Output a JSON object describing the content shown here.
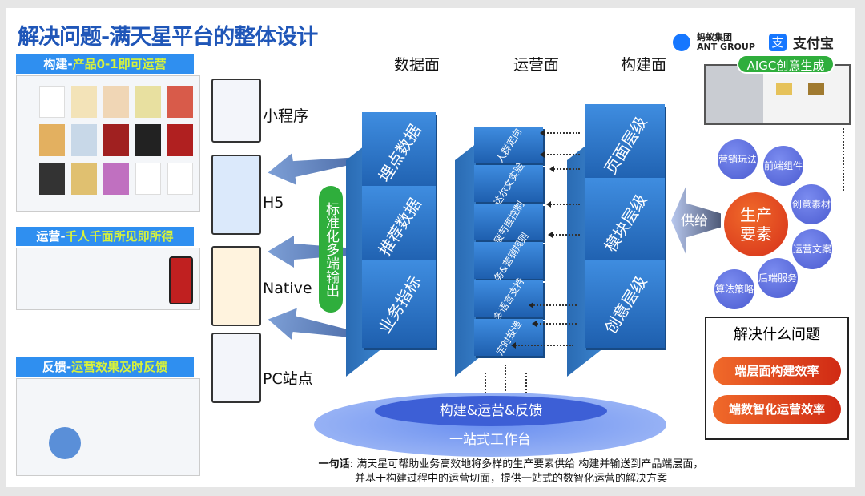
{
  "title": "解决问题-满天星平台的整体设计",
  "logo": {
    "ant_cn": "蚂蚁集团",
    "ant_en": "ANT GROUP",
    "alipay": "支付宝"
  },
  "left_sections": [
    {
      "prefix": "构建-",
      "highlight": "产品0-1即可运营"
    },
    {
      "prefix": "运营-",
      "highlight": "千人千面所见即所得"
    },
    {
      "prefix": "反馈-",
      "highlight": "运营效果及时反馈"
    }
  ],
  "channels": [
    "小程序",
    "H5",
    "Native",
    "PC站点"
  ],
  "output_label": "标准化多端输出",
  "columns": {
    "data": "数据面",
    "ops": "运营面",
    "build": "构建面"
  },
  "data_blocks": [
    "埋点数据",
    "推荐数据",
    "业务指标"
  ],
  "ops_blocks": [
    "人群定向",
    "达尔文实验",
    "疲劳度控制",
    "业务&营销规则",
    "多语言支持",
    "定时投递"
  ],
  "build_blocks": [
    "页面层级",
    "模块层级",
    "创意层级"
  ],
  "supply_label": "供给",
  "aigc_label": "AIGC创意生成",
  "factors": {
    "center": "生产要素",
    "items": [
      "营销玩法",
      "前端组件",
      "创意素材",
      "运营文案",
      "后端服务",
      "算法策略"
    ]
  },
  "problems": {
    "title": "解决什么问题",
    "items": [
      "端层面构建效率",
      "端数智化运营效率"
    ]
  },
  "platform": {
    "inner": "构建&运营&反馈",
    "outer": "一站式工作台"
  },
  "summary": {
    "lead": "一句话",
    "line1": "满天星可帮助业务高效地将多样的生产要素供给 构建并输送到产品端层面，",
    "line2": "并基于构建过程中的运营切面，提供一站式的数智化运营的解决方案"
  },
  "colors": {
    "title": "#1f56b8",
    "section": "#2f8ff0",
    "plane": "#2a6bb3",
    "green": "#2fae3c",
    "orange": "#e8521f",
    "factor": "#5564d8"
  }
}
